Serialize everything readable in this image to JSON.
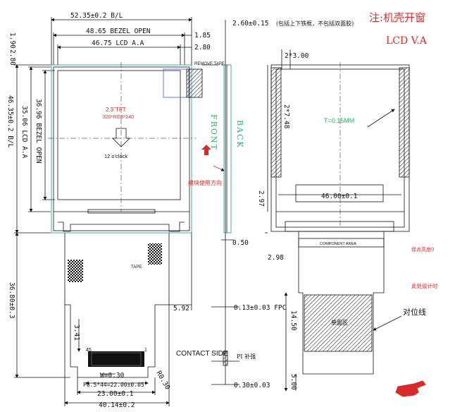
{
  "dims": {
    "bl_width": "52.35±0.2 B/L",
    "bezel_open_w": "48.65 BEZEL OPEN",
    "lcd_aa_w": "46.75 LCD A.A",
    "d_185": "1.85",
    "d_280_top": "2.80",
    "d_280_left": "2.80",
    "d_190_left": "1.90",
    "lcd_aa_h": "35.06 LCD A.A",
    "bezel_open_h": "36.96 BEZEL OPEN",
    "bl_height": "46.35±0.2 B/L",
    "total_h": "36.80±0.3",
    "d_341": "3.41",
    "d_592": "5.92",
    "w_030": "W=0.30",
    "pitch": "P0.5*44=22.00±0.05",
    "d_2300": "23.00±0.1",
    "d_4014": "40.14±0.2",
    "d_r030": "R0.30",
    "d_45": "45",
    "d_1": "1",
    "thickness": "2.60±0.15",
    "thickness_note": "(包括上下铁框，不包括双面胶)",
    "d_050": "0.50",
    "fpc": "0.13±0.03 FPC",
    "d_030b": "0.30±0.03",
    "back_2x300": "2*3.00",
    "back_2x748": "2*7.48",
    "back_297": "2.97",
    "back_298": "2.98",
    "back_4600": "46.00±0.1",
    "back_1450": "14.50",
    "back_500": "5.00"
  },
  "labels": {
    "tft": "2.3\"TFT",
    "res": "320*RGB*240",
    "oclock": "12 o'clock",
    "remove_tape": "REMOVE TAPE",
    "tape": "TAPE",
    "front": "FRONT",
    "back": "BACK",
    "direction": "模块使用方向",
    "t_mm": "T=0.15MM",
    "component_area": "COMPONENT AREA",
    "contact_side": "CONTACT SIDE",
    "pi": "PI 补强",
    "single_area": "单面区",
    "align_line": "对位线",
    "note1": "注:机壳开窗",
    "note2": "LCD V.A",
    "note3": "焊点高度0",
    "note4": "此处设计时"
  },
  "colors": {
    "line": "#111111",
    "accent_red": "#d92a2a",
    "outline_green": "#1a9a8a",
    "tape_blue": "#3b5bd9"
  }
}
